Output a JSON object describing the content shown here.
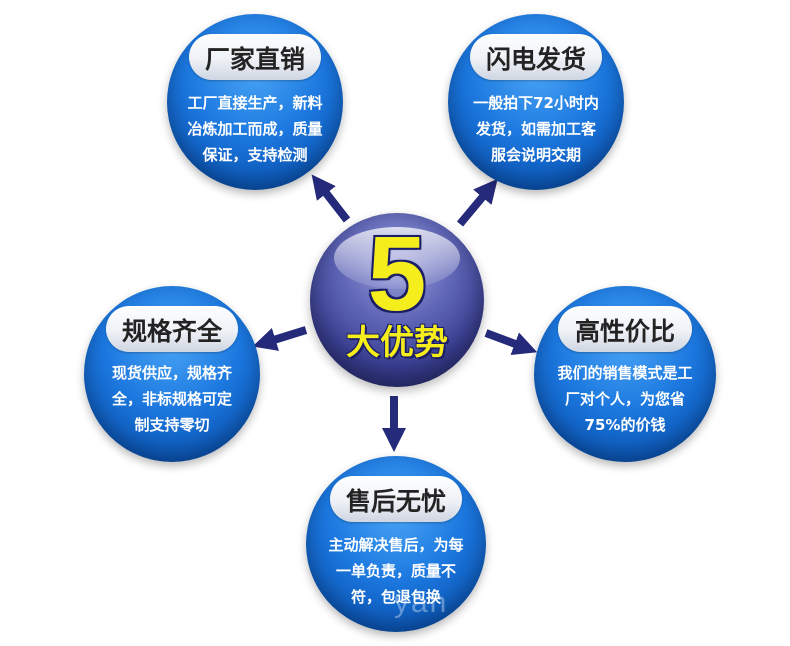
{
  "center": {
    "number": "5",
    "label": "大优势"
  },
  "advantages": [
    {
      "title": "厂家直销",
      "lines": [
        "工厂直接生产，新料",
        "冶炼加工而成，质量",
        "保证，支持检测"
      ]
    },
    {
      "title": "闪电发货",
      "lines": [
        "一般拍下72小时内",
        "发货，如需加工客",
        "服会说明交期"
      ]
    },
    {
      "title": "规格齐全",
      "lines": [
        "现货供应，规格齐",
        "全，非标规格可定",
        "制支持零切"
      ]
    },
    {
      "title": "高性价比",
      "lines": [
        "我们的销售模式是工",
        "厂对个人，为您省",
        "75%的价钱"
      ]
    },
    {
      "title": "售后无忧",
      "lines": [
        "主动解决售后，为每",
        "一单负责，质量不",
        "符，包退包换"
      ]
    }
  ],
  "watermark": "yan",
  "colors": {
    "ball_blue": "#1c78df",
    "center_purple": "#3a3f93",
    "number_yellow": "#f5ee1c",
    "arrow_navy": "#252a7a"
  }
}
